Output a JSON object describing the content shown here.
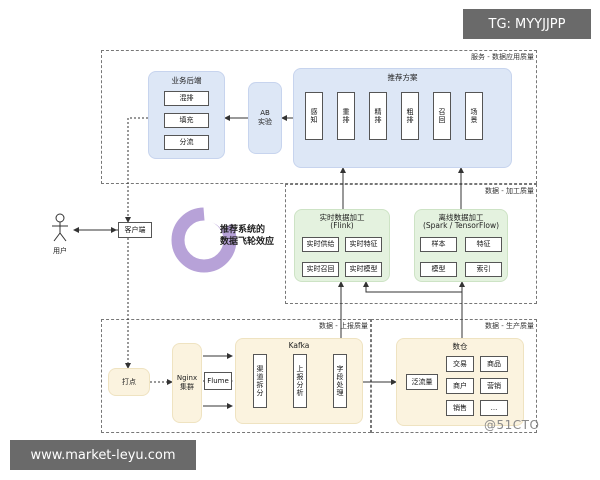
{
  "badges": {
    "top_right": "TG: MYYJJPP",
    "bottom_left": "www.market-leyu.com"
  },
  "watermark": "@51CTO",
  "zones": {
    "service_quality": "服务 - 数据应用质量",
    "processing_quality": "数据 - 加工质量",
    "upload_quality": "数据 - 上报质量",
    "production_quality": "数据 - 生产质量"
  },
  "business_backend": {
    "title": "业务后端",
    "items": [
      "混排",
      "填充",
      "分流"
    ]
  },
  "ab_test": {
    "label": "AB\n实验"
  },
  "recommend": {
    "title": "推荐方案",
    "items": [
      "感知",
      "重排",
      "精排",
      "粗排",
      "召回",
      "场景"
    ]
  },
  "user": {
    "label": "用户"
  },
  "client": {
    "label": "客户端"
  },
  "flywheel": {
    "line1": "推荐系统的",
    "line2": "数据飞轮效应"
  },
  "realtime": {
    "title": "实时数据加工",
    "subtitle": "(Flink)",
    "items": [
      "实时供给",
      "实时特征",
      "实时召回",
      "实时模型"
    ]
  },
  "offline": {
    "title": "离线数据加工",
    "subtitle": "(Spark / TensorFlow)",
    "items": [
      "样本",
      "特征",
      "模型",
      "索引"
    ]
  },
  "tracking": {
    "label": "打点"
  },
  "nginx": {
    "label": "Nginx\n集群"
  },
  "flume": {
    "label": "Flume"
  },
  "kafka": {
    "title": "Kafka",
    "items": [
      "渠道拆分",
      "上报分析",
      "字段处理"
    ]
  },
  "warehouse": {
    "title": "数仓",
    "traffic": "泛流量",
    "items": [
      "交易",
      "商品",
      "商户",
      "营销",
      "销售",
      "..."
    ]
  }
}
